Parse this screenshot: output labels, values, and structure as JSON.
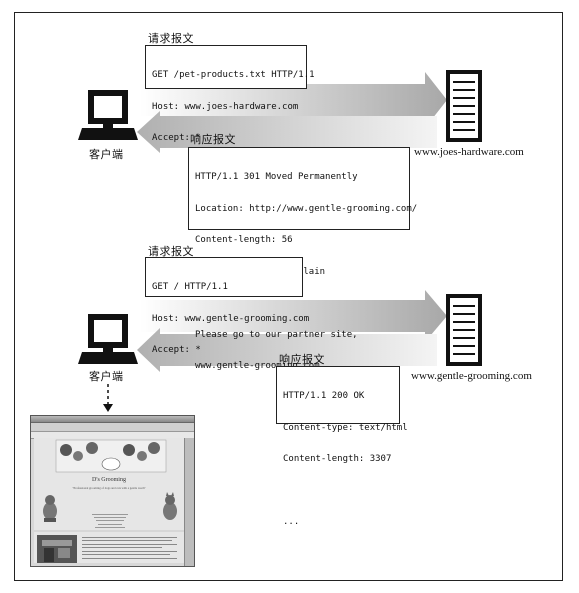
{
  "exchange1": {
    "request_heading": "请求报文",
    "request_lines": [
      "GET /pet-products.txt HTTP/1.1",
      "Host: www.joes-hardware.com",
      "Accept: *"
    ],
    "response_heading": "响应报文",
    "response_lines": [
      "HTTP/1.1 301 Moved Permanently",
      "Location: http://www.gentle-grooming.com/",
      "Content-length: 56",
      "Content-type: text/plain",
      "",
      "Please go to our partner site,",
      "www.gentle-grooming.com"
    ],
    "client_label": "客户端",
    "server_label": "www.joes-hardware.com"
  },
  "exchange2": {
    "request_heading": "请求报文",
    "request_lines": [
      "GET / HTTP/1.1",
      "Host: www.gentle-grooming.com",
      "Accept: *"
    ],
    "response_heading": "响应报文",
    "response_lines": [
      "HTTP/1.1 200 OK",
      "Content-type: text/html",
      "Content-length: 3307",
      "",
      "..."
    ],
    "client_label": "客户端",
    "server_label": "www.gentle-grooming.com"
  },
  "browser_preview": {
    "site_title": "D's Grooming",
    "tagline": "\"Professional grooming of dogs and cats with a gentle touch\""
  }
}
